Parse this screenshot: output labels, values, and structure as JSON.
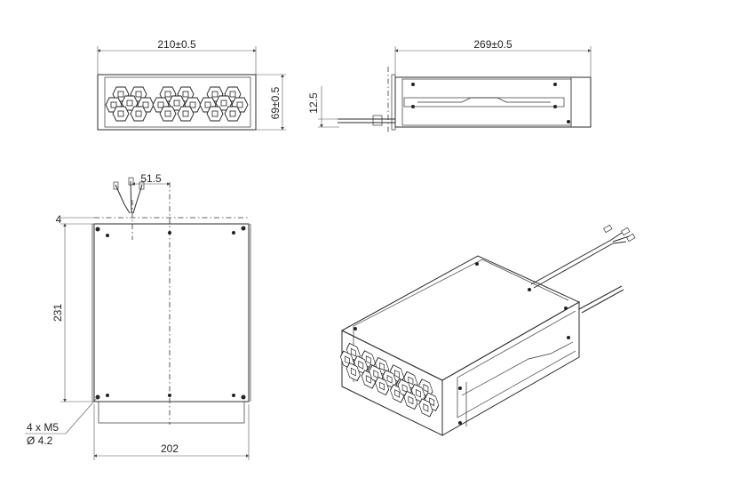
{
  "dimensions": {
    "front_width": "210±0.5",
    "front_height": "69±0.5",
    "side_length": "269±0.5",
    "cable_offset": "12.5",
    "top_cable_offset": "51.5",
    "top_edge": "4",
    "top_height": "231",
    "top_width": "202",
    "mount_holes": "4 x M5",
    "hole_diameter": "Ø 4.2"
  }
}
